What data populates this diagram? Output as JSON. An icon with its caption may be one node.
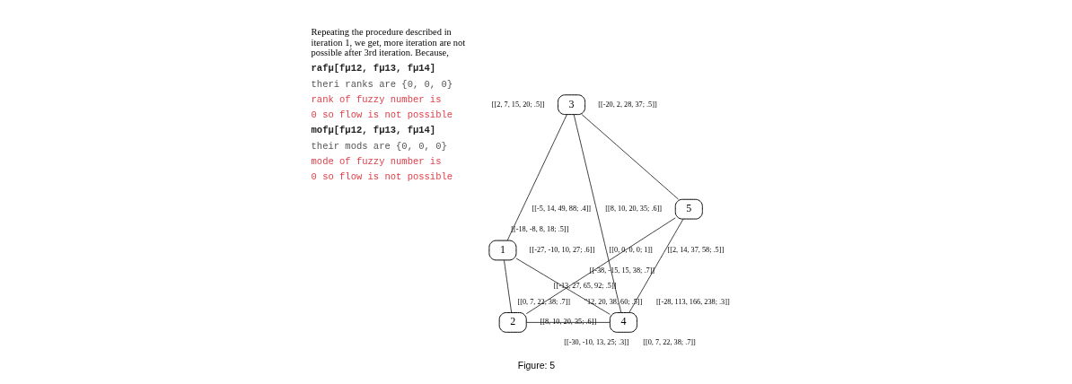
{
  "diagram": {
    "caption": "Figure: 5",
    "nodes": [
      {
        "text": [
          "1"
        ]
      },
      {
        "text": [
          "2"
        ]
      },
      {
        "text": [
          "3"
        ]
      },
      {
        "text": [
          "4"
        ]
      },
      {
        "text": [
          "5"
        ]
      }
    ],
    "edges": [
      {
        "from": 0,
        "to": 2,
        "arrow": "none"
      },
      {
        "from": 0,
        "to": 3,
        "arrow": "none"
      },
      {
        "from": 0,
        "to": 1,
        "arrow": "none"
      },
      {
        "from": 2,
        "to": 4,
        "arrow": "none"
      },
      {
        "from": 2,
        "to": 3,
        "arrow": "none"
      },
      {
        "from": 4,
        "to": 1,
        "arrow": "none"
      },
      {
        "from": 4,
        "to": 3,
        "arrow": "none"
      },
      {
        "from": 1,
        "to": 3,
        "arrow": "none"
      }
    ],
    "labels": [
      "Repeating the procedure described in iteration 1, we get, more iteration are not possible after 3rd iteration. Because,",
      "rafμ[fμ12, fμ13, fμ14]",
      "theri ranks are {0, 0, 0}",
      "rank of fuzzy number is",
      "0 so flow is not possible",
      "mofμ[fμ12, fμ13, fμ14]",
      "their mods are {0, 0, 0}",
      "mode of fuzzy number is",
      "0 so flow is not possible",
      "[[2, 7, 15, 20; .5]]",
      "[[-20, 2, 28, 37; .5]]",
      "[[-5, 14, 49, 88; .4]]",
      "[[8, 10, 20, 35; .6]]",
      "[[-18, -8, 8, 18; .5]]",
      "[[-27, -10, 10, 27; .6]]",
      "[[0, 0, 0, 0; 1]]",
      "[[2, 14, 37, 58; .5]]",
      "[[-38, -15, 15, 38; .7]]",
      "[[-13, 27, 65, 92; .5]]",
      "[[0, 7, 22, 38; .7]]",
      "''12, 20, 38, 60; .5]]",
      "[[-28, 113, 166, 238; .3]]",
      "[[8, 10, 20, 35; .6]]",
      "[[-30, -10, 13, 25; .3]]",
      "[[0, 7, 22, 38; .7]]"
    ]
  }
}
